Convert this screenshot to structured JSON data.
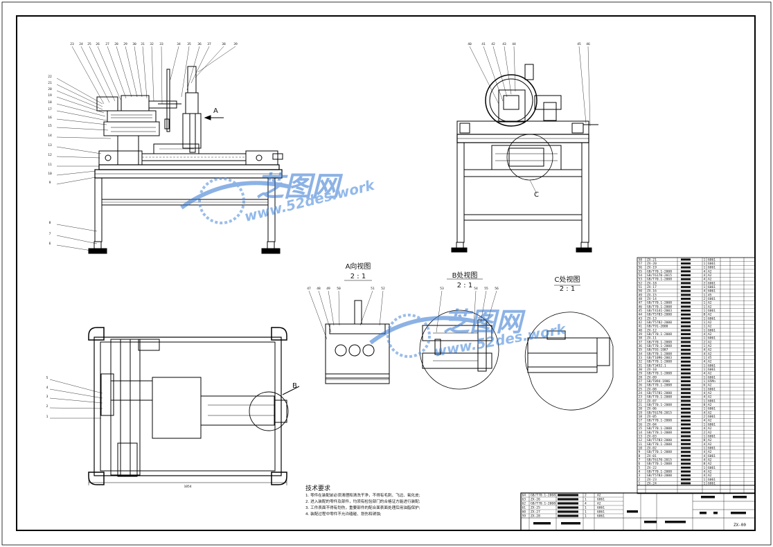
{
  "drawing": {
    "view_a": {
      "title": "A向视图",
      "scale": "2 : 1"
    },
    "view_b": {
      "title": "B处视图",
      "scale": "2 : 1"
    },
    "view_c": {
      "title": "C处视图",
      "scale": "2 : 1"
    },
    "arrow_a": "A",
    "mark_b": "B",
    "mark_c": "C",
    "dimension_width": "1054",
    "tech_title": "技术要求",
    "tech_notes": [
      "1. 零件在装配前必须清理和清洗干净，不得有毛刺、飞边、氧化皮;",
      "2. 进入装配的零件及部件，均须有检验部门的合格证方能进行装配;",
      "3. 工件表面不得有划伤，重要部件的配合面表面处理后用油脂保护;",
      "4. 装配过程中零件不允许磕碰、划伤和锈蚀;"
    ],
    "front_labels_top": [
      "23",
      "24",
      "25",
      "26",
      "27",
      "28",
      "29",
      "30",
      "31",
      "32",
      "33",
      "34",
      "35",
      "36",
      "37",
      "38",
      "39"
    ],
    "front_labels_left": [
      "22",
      "21",
      "20",
      "19",
      "18",
      "17",
      "16",
      "15",
      "14",
      "13",
      "12",
      "11",
      "10",
      "9",
      "8",
      "7",
      "6"
    ],
    "side_labels_top": [
      "40",
      "41",
      "42",
      "43",
      "44",
      "45",
      "46"
    ],
    "top_labels_left": [
      "5",
      "4",
      "3",
      "2",
      "1"
    ],
    "view_a_labels": [
      "47",
      "48",
      "49",
      "50",
      "51",
      "52"
    ],
    "view_b_labels": [
      "53",
      "54",
      "55",
      "56"
    ],
    "drawing_number": "ZX-00"
  },
  "watermark": {
    "brand": "芝图网",
    "url": "www.52des.work"
  },
  "bom": [
    {
      "no": "58",
      "code": "ZX-21",
      "qty": "1",
      "mat": "6061"
    },
    {
      "no": "57",
      "code": "ZX-20",
      "qty": "1",
      "mat": "6061"
    },
    {
      "no": "56",
      "code": "ZX-19",
      "qty": "1",
      "mat": "6061"
    },
    {
      "no": "55",
      "code": "GB/T70.1-2008",
      "qty": "4",
      "mat": "A2"
    },
    {
      "no": "54",
      "code": "GB/T6170-2015",
      "qty": "4",
      "mat": "A2"
    },
    {
      "no": "53",
      "code": "GB/T70.1-2008",
      "qty": "4",
      "mat": "A2"
    },
    {
      "no": "52",
      "code": "ZX-18",
      "qty": "2",
      "mat": "6061"
    },
    {
      "no": "51",
      "code": "ZX-17",
      "qty": "1",
      "mat": "6061"
    },
    {
      "no": "50",
      "code": "ZX-16",
      "qty": "4",
      "mat": "6061"
    },
    {
      "no": "49",
      "code": "ZX-15",
      "qty": "1",
      "mat": "45"
    },
    {
      "no": "48",
      "code": "ZX-14",
      "qty": "2",
      "mat": "6061"
    },
    {
      "no": "47",
      "code": "GB/T70.1-2008",
      "qty": "1",
      "mat": "A2"
    },
    {
      "no": "46",
      "code": "GB/T70.1-2008",
      "qty": "1",
      "mat": "A2"
    },
    {
      "no": "45",
      "code": "GB/T4141-2003",
      "qty": "1",
      "mat": "6061"
    },
    {
      "no": "44",
      "code": "GB/T5783-2000",
      "qty": "8",
      "mat": "A2"
    },
    {
      "no": "43",
      "code": "ZX-13",
      "qty": "1",
      "mat": "6061"
    },
    {
      "no": "42",
      "code": "GB/T5782-2000",
      "qty": "1",
      "mat": "A2"
    },
    {
      "no": "41",
      "code": "GB/T91-2000",
      "qty": "1",
      "mat": "A2"
    },
    {
      "no": "40",
      "code": "ZX-12",
      "qty": "1",
      "mat": "6061"
    },
    {
      "no": "39",
      "code": "GB/T70.1-2008",
      "qty": "4",
      "mat": "A2"
    },
    {
      "no": "38",
      "code": "ZX-11",
      "qty": "1",
      "mat": "6061"
    },
    {
      "no": "37",
      "code": "GB/T70.1-2008",
      "qty": "2",
      "mat": "A2"
    },
    {
      "no": "36",
      "code": "GB/T70.1-2008",
      "qty": "1",
      "mat": "A2"
    },
    {
      "no": "35",
      "code": "GB/T93-1987",
      "qty": "4",
      "mat": "A2"
    },
    {
      "no": "34",
      "code": "GB/T70.1-2008",
      "qty": "4",
      "mat": "A2"
    },
    {
      "no": "33",
      "code": "GB/T1096-2003",
      "qty": "1",
      "mat": "45"
    },
    {
      "no": "32",
      "code": "GB/T70.1-2008",
      "qty": "4",
      "mat": "A2"
    },
    {
      "no": "31",
      "code": "GB/T3452.1",
      "qty": "1",
      "mat": "6061"
    },
    {
      "no": "30",
      "code": "ZX-10",
      "qty": "1",
      "mat": "6061"
    },
    {
      "no": "29",
      "code": "GB/T70.1-2008",
      "qty": "4",
      "mat": "A2"
    },
    {
      "no": "28",
      "code": "ZX-09",
      "qty": "1",
      "mat": "6061"
    },
    {
      "no": "27",
      "code": "GB/T894-1986",
      "qty": "1",
      "mat": "65Mn"
    },
    {
      "no": "26",
      "code": "GB/T70.1-2008",
      "qty": "6",
      "mat": "A2"
    },
    {
      "no": "25",
      "code": "ZX-08",
      "qty": "1",
      "mat": "6061"
    },
    {
      "no": "24",
      "code": "GB/T5781-2000",
      "qty": "4",
      "mat": "A2"
    },
    {
      "no": "23",
      "code": "GB/T70.1-2008",
      "qty": "4",
      "mat": "A2"
    },
    {
      "no": "22",
      "code": "ZX-07",
      "qty": "1",
      "mat": "6061"
    },
    {
      "no": "21",
      "code": "GB/T70.1-2008",
      "qty": "8",
      "mat": "A2"
    },
    {
      "no": "20",
      "code": "ZX-06",
      "qty": "1",
      "mat": "6061"
    },
    {
      "no": "19",
      "code": "GB/T6170-2015",
      "qty": "4",
      "mat": "A2"
    },
    {
      "no": "18",
      "code": "ZX-05",
      "qty": "2",
      "mat": "6061"
    },
    {
      "no": "17",
      "code": "GB/T70.1-2008",
      "qty": "4",
      "mat": "A2"
    },
    {
      "no": "16",
      "code": "ZX-04",
      "qty": "1",
      "mat": "6061"
    },
    {
      "no": "15",
      "code": "GB/T70.1-2008",
      "qty": "4",
      "mat": "A2"
    },
    {
      "no": "14",
      "code": "GB/T70.1-2008",
      "qty": "2",
      "mat": "A2"
    },
    {
      "no": "13",
      "code": "ZX-03",
      "qty": "1",
      "mat": "6061"
    },
    {
      "no": "12",
      "code": "GB/T5783-2000",
      "qty": "8",
      "mat": "A2"
    },
    {
      "no": "11",
      "code": "GB/T70.1-2008",
      "qty": "4",
      "mat": "A2"
    },
    {
      "no": "10",
      "code": "ZX-02",
      "qty": "1",
      "mat": "6061"
    },
    {
      "no": "9",
      "code": "GB/T70.1-2008",
      "qty": "4",
      "mat": "A2"
    },
    {
      "no": "8",
      "code": "ZX-01",
      "qty": "4",
      "mat": "6061"
    },
    {
      "no": "7",
      "code": "GB/T6170-2015",
      "qty": "4",
      "mat": "A2"
    },
    {
      "no": "6",
      "code": "GB/T70.1-2008",
      "qty": "8",
      "mat": "A2"
    },
    {
      "no": "5",
      "code": "ZX-22",
      "qty": "1",
      "mat": "6061"
    },
    {
      "no": "4",
      "code": "GB/T70.1-2008",
      "qty": "4",
      "mat": "A2"
    },
    {
      "no": "3",
      "code": "GB/T5783-2000",
      "qty": "4",
      "mat": "A2"
    },
    {
      "no": "2",
      "code": "ZX-23",
      "qty": "1",
      "mat": "6061"
    },
    {
      "no": "1",
      "code": "ZX-24",
      "qty": "1",
      "mat": "6061"
    }
  ],
  "bom_lower": [
    {
      "no": "64",
      "code": "GB/T70.1-2008",
      "qty": "2",
      "mat": "A2"
    },
    {
      "no": "63",
      "code": "ZX-26",
      "qty": "1",
      "mat": "6061"
    },
    {
      "no": "62",
      "code": "GB/T70.1-2008",
      "qty": "4",
      "mat": "A2"
    },
    {
      "no": "61",
      "code": "ZX-25",
      "qty": "1",
      "mat": "6061"
    },
    {
      "no": "60",
      "code": "ZX-27",
      "qty": "1",
      "mat": "6061"
    },
    {
      "no": "59",
      "code": "ZX-28",
      "qty": "1",
      "mat": "6061"
    }
  ]
}
